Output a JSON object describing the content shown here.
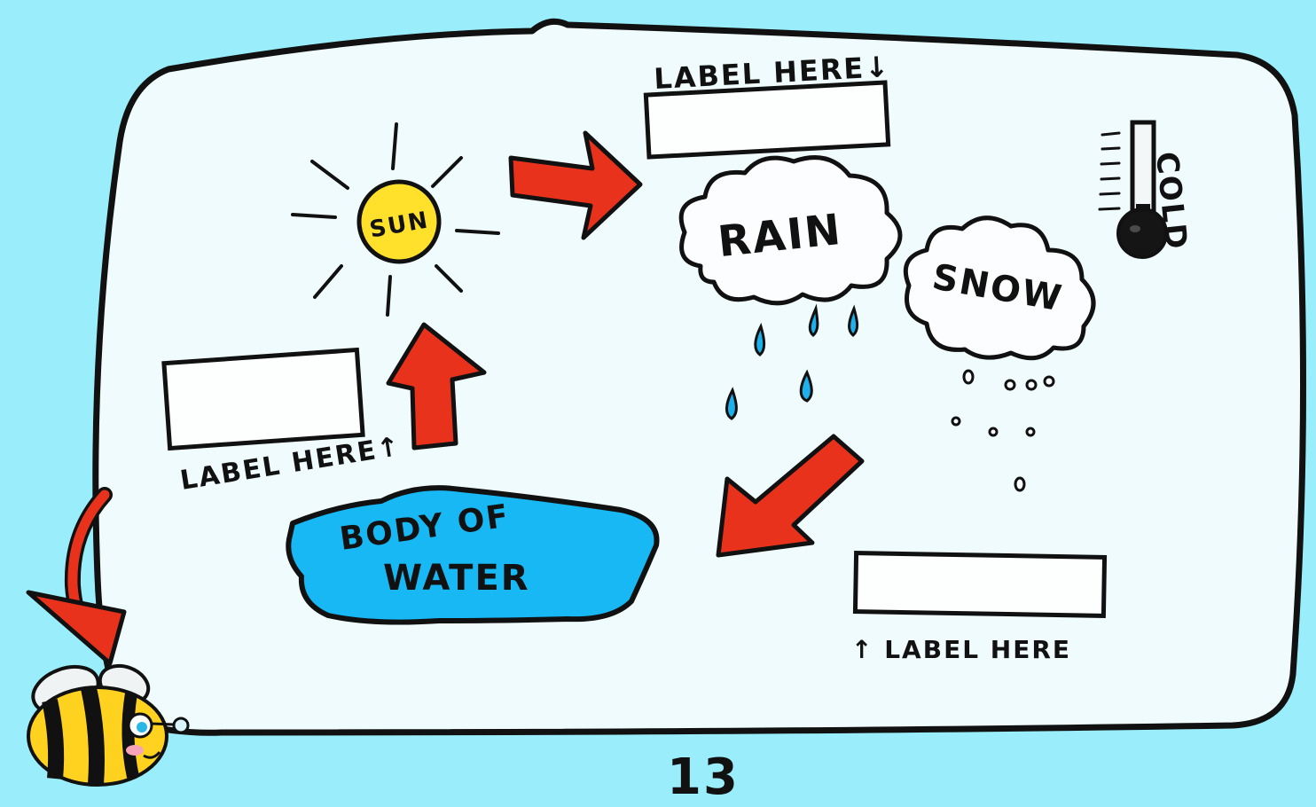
{
  "diagram": {
    "sun_label": "SUN",
    "rain_label": "RAIN",
    "snow_label": "SNOW",
    "water_label_line1": "BODY OF",
    "water_label_line2": "WATER",
    "thermometer_label": "COLD",
    "label_top": "LABEL HERE↓",
    "label_left": "LABEL HERE↑",
    "label_bottom": "↑ LABEL HERE",
    "page_number": "13"
  },
  "colors": {
    "background": "#9aeefb",
    "panel": "#effbfd",
    "sun": "#ffe02a",
    "water": "#17b8f4",
    "arrow": "#e8321c",
    "raindrop": "#1db0ea"
  }
}
